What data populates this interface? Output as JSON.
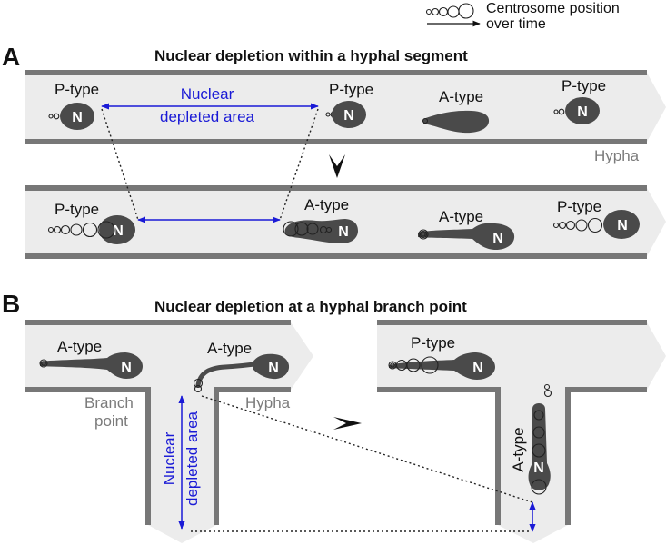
{
  "legend": {
    "line1": "Centrosome position",
    "line2": "over time"
  },
  "panel_a": {
    "letter": "A",
    "title": "Nuclear depletion within a hyphal segment",
    "hypha_label": "Hypha",
    "depleted_line1": "Nuclear",
    "depleted_line2": "depleted area",
    "top_labels": [
      "P-type",
      "P-type",
      "A-type",
      "P-type"
    ],
    "bottom_labels": [
      "P-type",
      "A-type",
      "A-type",
      "P-type"
    ]
  },
  "panel_b": {
    "letter": "B",
    "title": "Nuclear depletion at a hyphal branch point",
    "branch_label_1": "Branch",
    "branch_label_2": "point",
    "hypha_label": "Hypha",
    "depleted_line1": "Nuclear",
    "depleted_line2": "depleted area",
    "left_labels": [
      "A-type",
      "A-type"
    ],
    "right_labels": [
      "P-type",
      "A-type"
    ]
  },
  "nucleus_letter": "N",
  "colors": {
    "nucleus": "#4a4a4a",
    "hypha_wall": "#777777",
    "cytoplasm": "#ececec",
    "depletion_marker": "#1a1ad6"
  }
}
